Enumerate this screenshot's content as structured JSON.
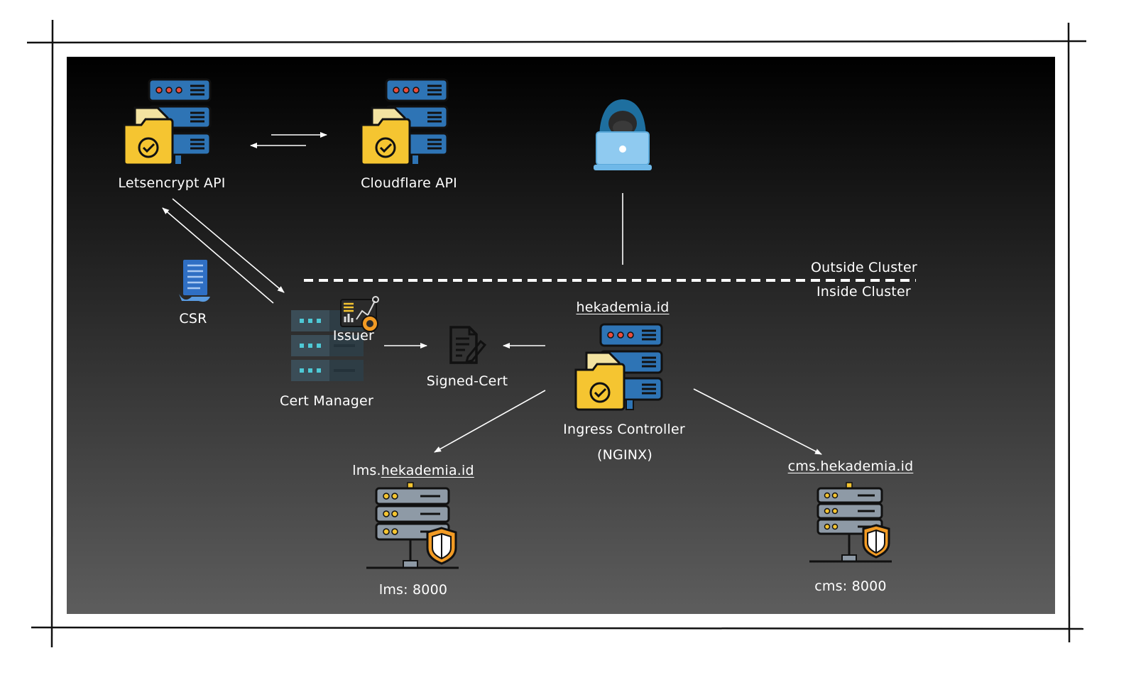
{
  "labels": {
    "letsencrypt": "Letsencrypt API",
    "cloudflare": "Cloudflare API",
    "csr": "CSR",
    "issuer": "Issuer",
    "cert_manager": "Cert Manager",
    "signed_cert": "Signed-Cert",
    "host": "hekademia.id",
    "ingress_line1": "Ingress Controller",
    "ingress_line2": "(NGINX)",
    "outside": "Outside Cluster",
    "inside": "Inside Cluster",
    "lms_prefix": "lms.",
    "lms_host": "hekademia.id",
    "lms_port": "lms: 8000",
    "cms_host": "cms.hekademia.id",
    "cms_port": "cms: 8000"
  },
  "colors": {
    "panel_top": "#000000",
    "panel_bottom": "#5d5d5d",
    "server_blue": "#2e74b5",
    "folder_yellow": "#f5c531",
    "server_gray": "#8e9aa6",
    "shield_orange": "#f29b24"
  }
}
